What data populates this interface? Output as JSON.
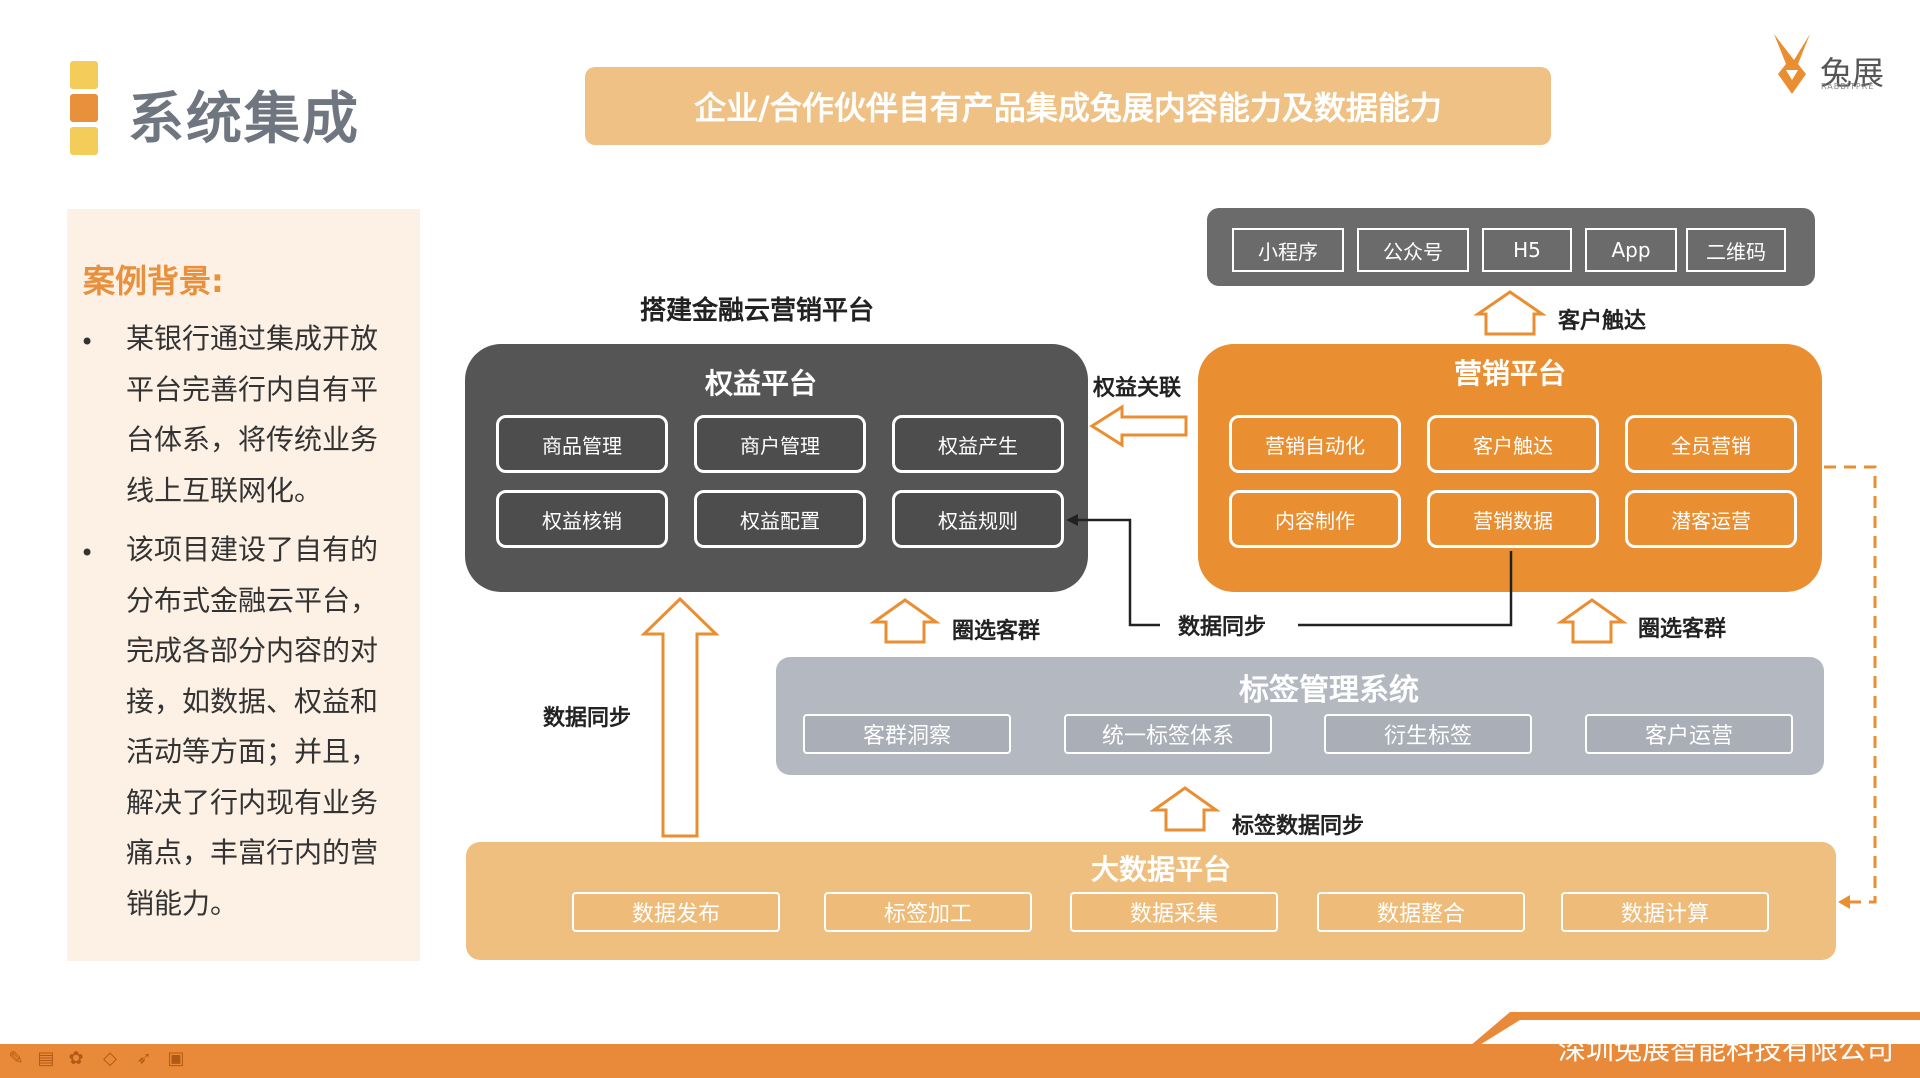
{
  "header": {
    "title": "系统集成",
    "banner": "企业/合作伙伴自有产品集成兔展内容能力及数据能力",
    "logo_text": "兔展",
    "logo_sub": "RABBITPRE",
    "accent_colors": [
      "#f3cc5a",
      "#e8903c",
      "#f3cc5a"
    ]
  },
  "case": {
    "title": "案例背景:",
    "bullets": [
      "某银行通过集成开放平台完善行内自有平台体系，将传统业务线上互联网化。",
      "该项目建设了自有的分布式金融云平台，完成各部分内容的对接，如数据、权益和活动等方面；并且，解决了行内现有业务痛点，丰富行内的营销能力。"
    ]
  },
  "diagram": {
    "title": "搭建金融云营销平台",
    "channels": [
      "小程序",
      "公众号",
      "H5",
      "App",
      "二维码"
    ],
    "equity": {
      "title": "权益平台",
      "items": [
        "商品管理",
        "商户管理",
        "权益产生",
        "权益核销",
        "权益配置",
        "权益规则"
      ]
    },
    "marketing": {
      "title": "营销平台",
      "items": [
        "营销自动化",
        "客户触达",
        "全员营销",
        "内容制作",
        "营销数据",
        "潜客运营"
      ]
    },
    "tags": {
      "title": "标签管理系统",
      "items": [
        "客群洞察",
        "统一标签体系",
        "衍生标签",
        "客户运营"
      ]
    },
    "bigdata": {
      "title": "大数据平台",
      "items": [
        "数据发布",
        "标签加工",
        "数据采集",
        "数据整合",
        "数据计算"
      ]
    },
    "labels": {
      "reach": "客户触达",
      "equity_link": "权益关联",
      "select_left": "圈选客群",
      "select_right": "圈选客群",
      "sync_mid": "数据同步",
      "sync_left": "数据同步",
      "tag_sync": "标签数据同步"
    }
  },
  "footer": {
    "company": "深圳兔展智能科技有限公司",
    "tools": [
      "pen-icon",
      "layout-icon",
      "palette-icon",
      "eraser-icon",
      "pointer-icon",
      "screen-icon"
    ]
  }
}
